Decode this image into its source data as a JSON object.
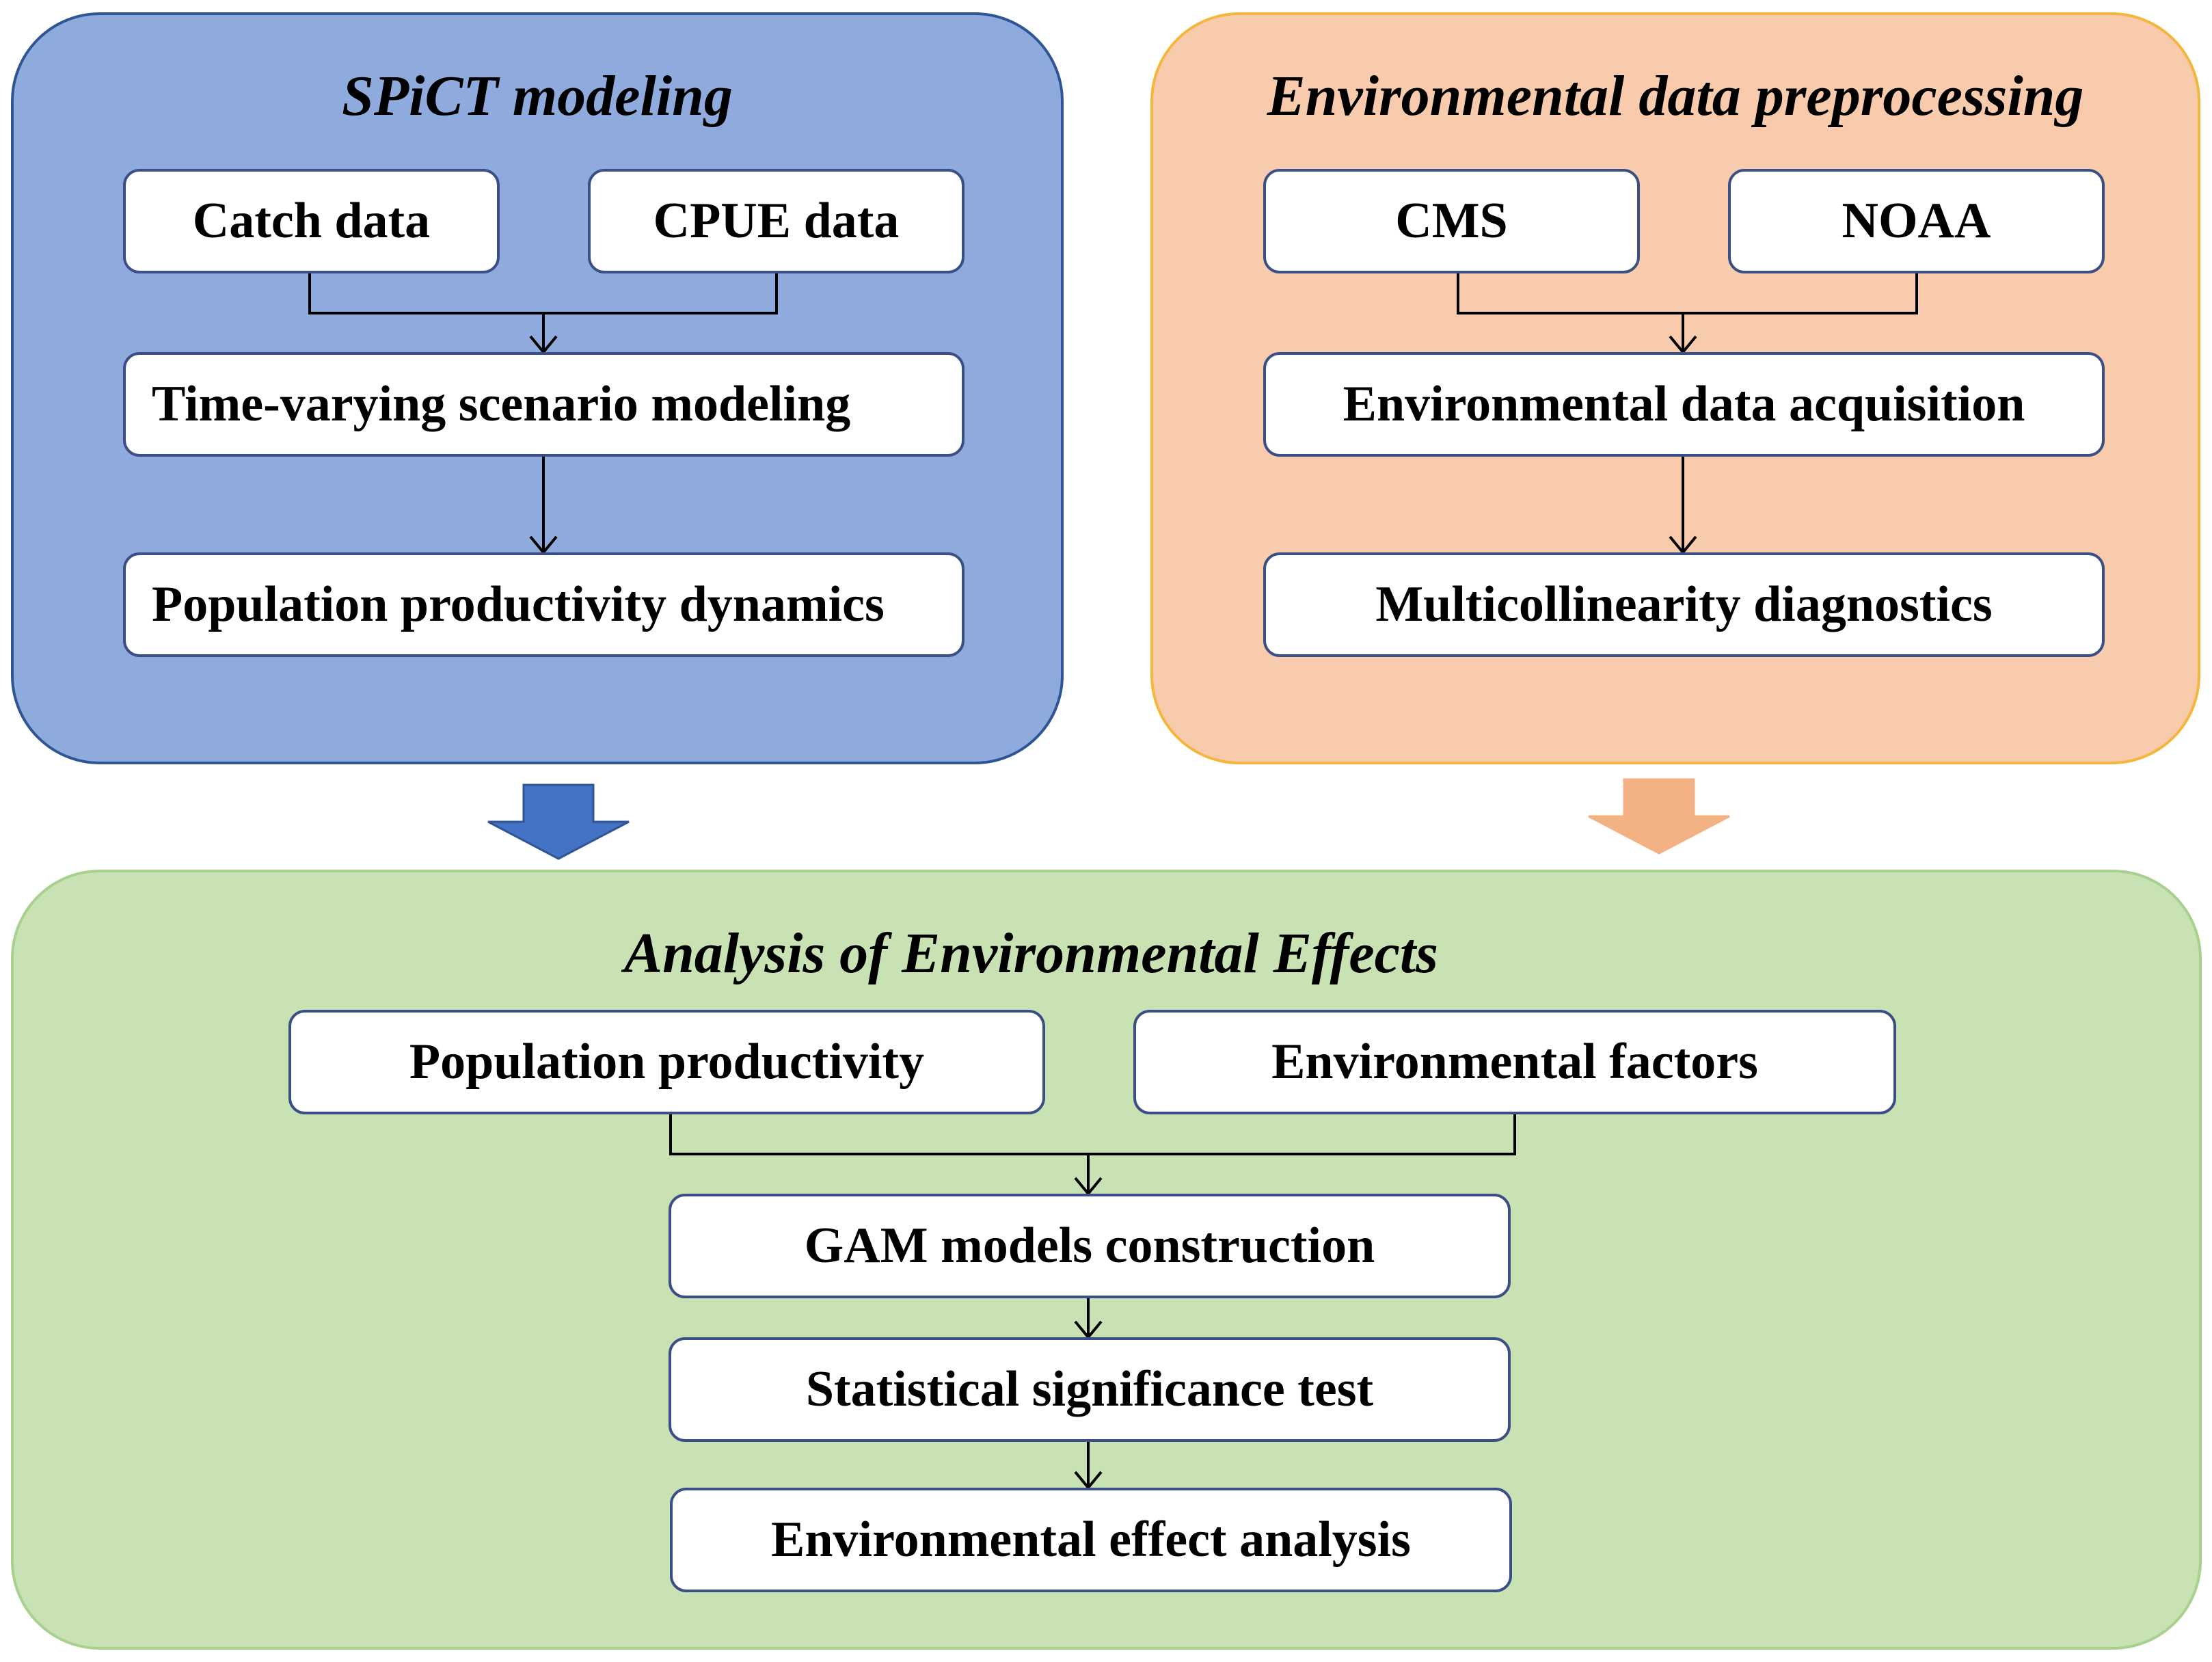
{
  "colors": {
    "spict_fill": "#8faadc",
    "spict_border": "#2f5597",
    "env_fill": "#f8cbad",
    "env_border": "#f4b183",
    "env_panel_border": "#f2b73c",
    "analysis_fill": "#c9e2b3",
    "analysis_border": "#a9d18e",
    "box_border": "#3a4f86",
    "arrow_blue": "#4472c4",
    "arrow_orange": "#f4b183"
  },
  "spict": {
    "title": "SPiCT modeling",
    "catch": "Catch data",
    "cpue": "CPUE data",
    "timevarying": "Time-varying scenario modeling",
    "dynamics": "Population productivity dynamics"
  },
  "env": {
    "title": "Environmental data preprocessing",
    "cms": "CMS",
    "noaa": "NOAA",
    "acquisition": "Environmental data acquisition",
    "multicollinearity": "Multicollinearity diagnostics"
  },
  "analysis": {
    "title": "Analysis of Environmental Effects",
    "productivity": "Population productivity",
    "factors": "Environmental factors",
    "gam": "GAM models construction",
    "significance": "Statistical significance test",
    "effect": "Environmental effect analysis"
  }
}
